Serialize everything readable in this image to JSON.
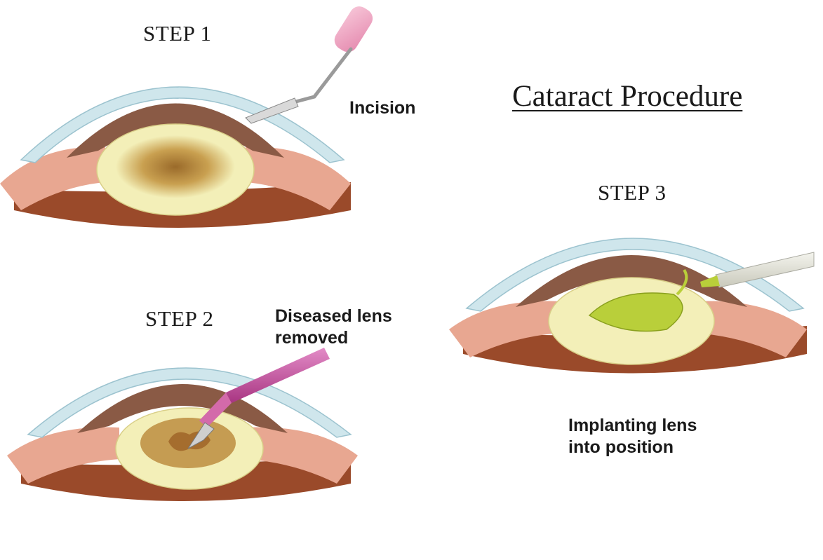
{
  "title": "Cataract Procedure",
  "steps": [
    {
      "label": "STEP 1",
      "caption_lines": [
        "Incision"
      ]
    },
    {
      "label": "STEP 2",
      "caption_lines": [
        "Diseased lens",
        "removed"
      ]
    },
    {
      "label": "STEP 3",
      "caption_lines": [
        "Implanting lens",
        "into position"
      ]
    }
  ],
  "colors": {
    "cornea": "#cfe6ec",
    "iris": "#8a5a45",
    "lens": "#f3efb8",
    "cataract": "#b88a3e",
    "sclera_tissue": "#e8a791",
    "eye_interior": "#9a4a2a",
    "pink_instrument": "#f2a3c2",
    "magenta_probe": "#c24a98",
    "implant_lens": "#b9cf3a"
  }
}
